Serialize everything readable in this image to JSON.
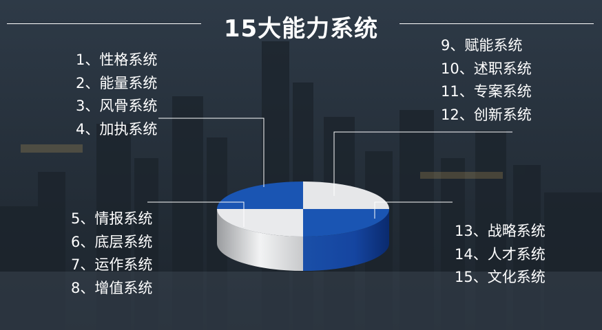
{
  "title": "15大能力系统",
  "groups": {
    "top_left": [
      "1、性格系统",
      "2、能量系统",
      "3、风骨系统",
      "4、加执系统"
    ],
    "top_right": [
      "9、赋能系统",
      "10、述职系统",
      "11、专案系统",
      "12、创新系统"
    ],
    "bottom_left": [
      "5、情报系统",
      "6、底层系统",
      "7、运作系统",
      "8、增值系统"
    ],
    "bottom_right": [
      "13、战略系统",
      "14、人才系统",
      "15、文化系统"
    ]
  },
  "colors": {
    "blue": "#1a55b3",
    "white": "#e6e7e9",
    "background": "#26313d",
    "text": "#ffffff"
  }
}
